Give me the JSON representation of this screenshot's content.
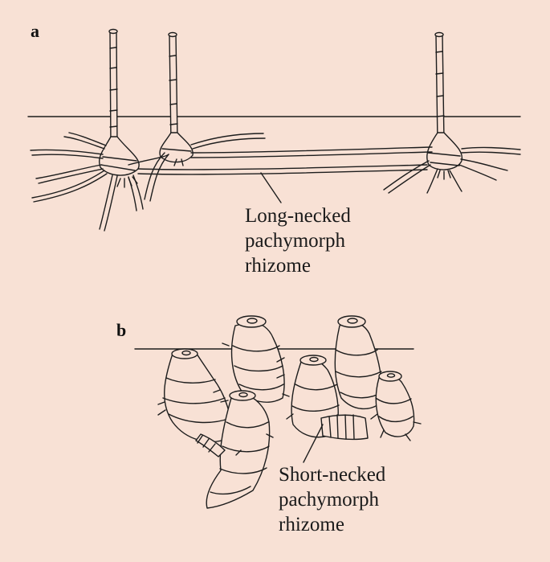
{
  "panel_a": {
    "label": "a",
    "callout": [
      "Long-necked",
      "pachymorph",
      "rhizome"
    ]
  },
  "panel_b": {
    "label": "b",
    "callout": [
      "Short-necked",
      "pachymorph",
      "rhizome"
    ]
  },
  "colors": {
    "background": "#f8e1d5",
    "ink": "#1d1d1d"
  }
}
